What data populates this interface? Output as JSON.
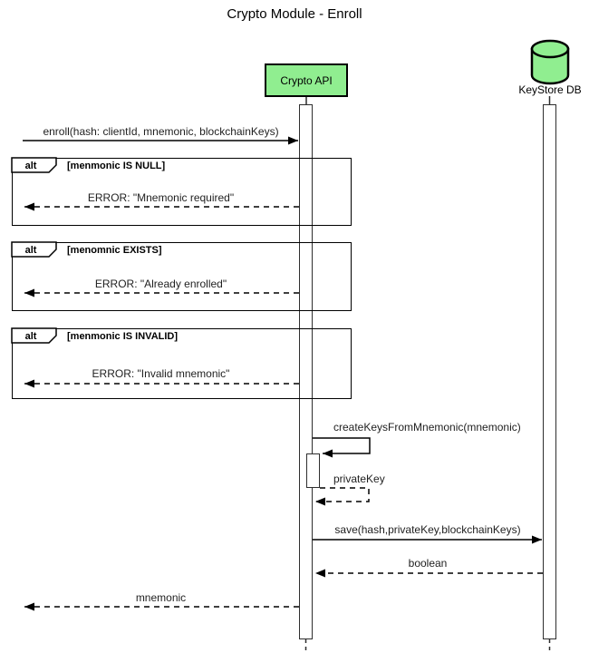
{
  "title": "Crypto Module - Enroll",
  "colors": {
    "participant_fill": "#90EE90",
    "stroke": "#000000",
    "background": "#ffffff"
  },
  "participants": {
    "crypto_api": {
      "label": "Crypto API",
      "type": "box"
    },
    "keystore_db": {
      "label": "KeyStore DB",
      "type": "database"
    }
  },
  "messages": {
    "enroll": "enroll(hash: clientId, mnemonic, blockchainKeys)",
    "create_keys": "createKeysFromMnemonic(mnemonic)",
    "private_key": "privateKey",
    "save": "save(hash,privateKey,blockchainKeys)",
    "boolean_return": "boolean",
    "mnemonic_return": "mnemonic"
  },
  "alt_fragments": [
    {
      "operator": "alt",
      "guard": "[menmonic IS NULL]",
      "error_message": "ERROR: \"Mnemonic required\""
    },
    {
      "operator": "alt",
      "guard": "[menomnic EXISTS]",
      "error_message": "ERROR: \"Already enrolled\""
    },
    {
      "operator": "alt",
      "guard": "[menmonic IS INVALID]",
      "error_message": "ERROR: \"Invalid mnemonic\""
    }
  ]
}
